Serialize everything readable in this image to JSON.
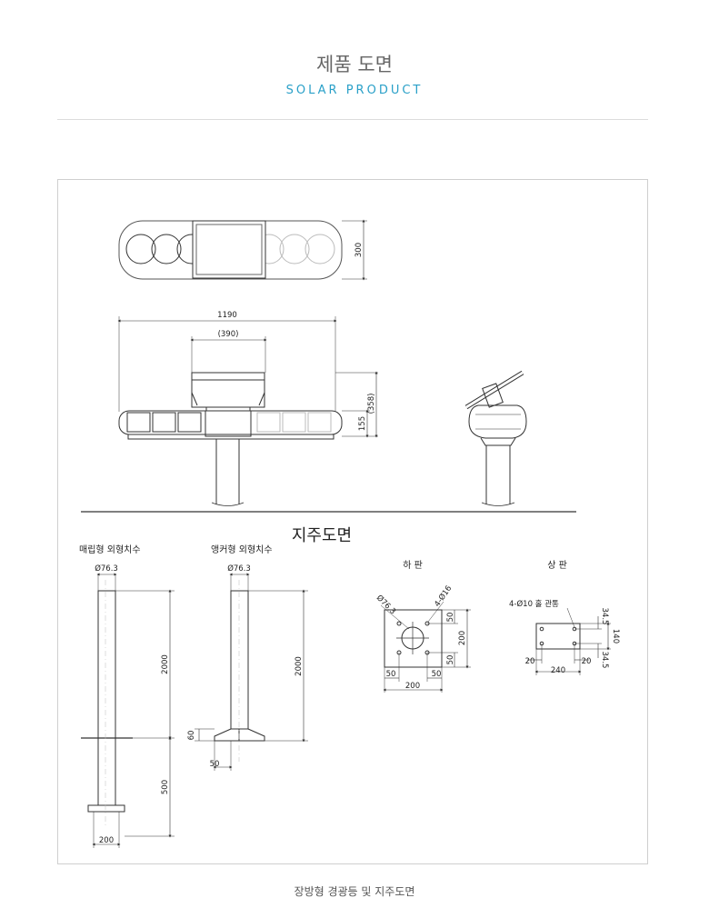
{
  "header": {
    "title": "제품 도면",
    "subtitle": "SOLAR PRODUCT"
  },
  "drawing": {
    "top_view": {
      "dim_height": "300"
    },
    "front_view": {
      "dim_width": "1190",
      "dim_panel": "(390)",
      "dim_total": "(358)",
      "dim_body": "155"
    },
    "section_title": "지주도면",
    "buried_type": {
      "label": "매립형 외형치수",
      "diameter": "Ø76.3",
      "dim_above": "2000",
      "dim_below": "500",
      "dim_base": "200"
    },
    "anchor_type": {
      "label": "앵커형 외형치수",
      "diameter": "Ø76.3",
      "dim_height": "2000",
      "dim_flange": "60",
      "dim_offset": "50"
    },
    "bottom_plate": {
      "label": "하 판",
      "pipe_dia": "Ø76.3",
      "holes": "4-Ø16",
      "dim_right_top": "50",
      "dim_right_mid": "200",
      "dim_right_bot": "50",
      "dim_bottom_left": "50",
      "dim_bottom_right": "50",
      "dim_bottom_total": "200"
    },
    "top_plate": {
      "label": "상 판",
      "holes": "4-Ø10 홀 관통",
      "dim_top": "34.5",
      "dim_mid": "140",
      "dim_bot": "34.5",
      "dim_left": "20",
      "dim_right": "20",
      "dim_width": "240"
    }
  },
  "caption": "장방형 경광등 및 지주도면"
}
